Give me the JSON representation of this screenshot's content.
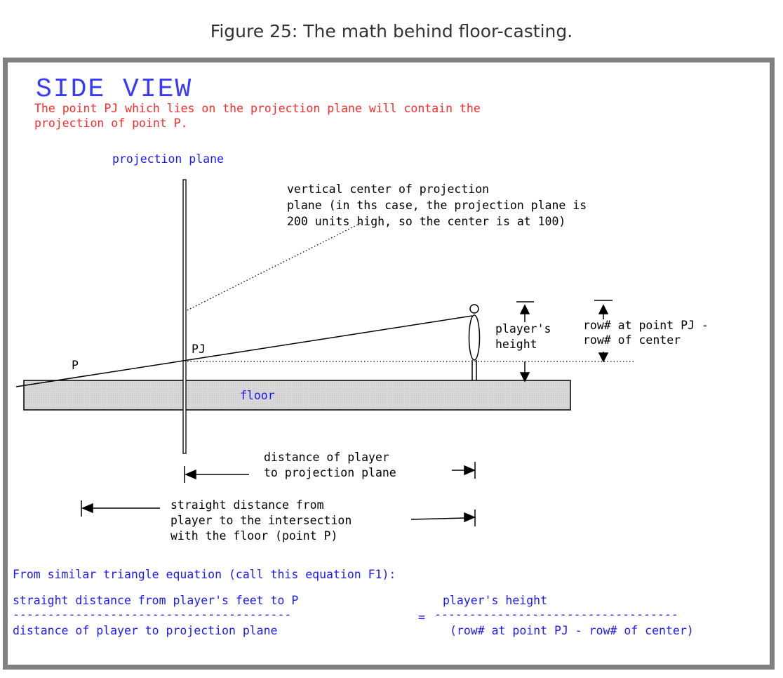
{
  "caption": "Figure 25: The math behind floor-casting.",
  "title": "SIDE VIEW",
  "subtitle_lines": [
    "The point PJ which lies on the projection plane will contain the",
    "projection of point P."
  ],
  "labels": {
    "projection_plane": "projection plane",
    "vertical_center": [
      "vertical center of projection",
      "plane (in ths case, the projection plane is",
      "200 units high, so the center is at 100)"
    ],
    "players_height": [
      "player's",
      "height"
    ],
    "row_diff": [
      "row# at point PJ -",
      "row# of center"
    ],
    "pj": "PJ",
    "p": "P",
    "floor": "floor",
    "dist_player_plane": [
      "distance of player",
      "to projection plane"
    ],
    "straight_distance": [
      "straight distance from",
      "player to the intersection",
      "with the floor (point P)"
    ]
  },
  "equation": {
    "intro": "From similar triangle equation (call this equation F1):",
    "numerator_left": "straight distance from player's feet to P",
    "numerator_right": "player's height",
    "dashes_left": "----------------------------------------",
    "equals": "=",
    "dashes_right": "-----------------------------------",
    "denominator_left": "distance of player to projection plane",
    "denominator_right": "(row# at point PJ - row# of center)"
  },
  "colors": {
    "blue": "#1a1aff",
    "red": "#ff2a2a",
    "floor": "#d4d4d4",
    "frame": "#808080"
  }
}
